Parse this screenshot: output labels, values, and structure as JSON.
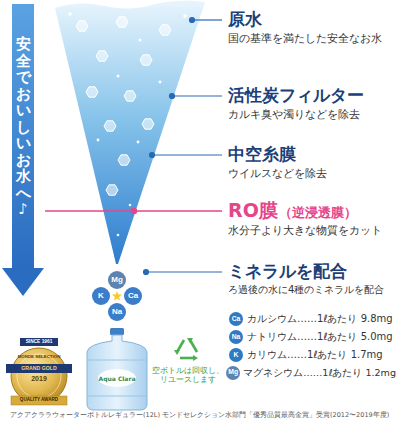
{
  "diagram": {
    "caption": "アクアクララウォーターボトルレギュラー(12L) モンドセレクション水部門「優秀品質最高金賞」受賞(2012〜2019年度)",
    "nodes": [
      {
        "text": [
          "安全でおいしいお水へ♪"
        ]
      },
      {
        "text": [
          "Mg"
        ]
      },
      {
        "text": [
          "K"
        ]
      },
      {
        "text": [
          "Ca"
        ]
      },
      {
        "text": [
          "Na"
        ]
      },
      {
        "text": [
          "Ca"
        ]
      },
      {
        "text": [
          "Na"
        ]
      },
      {
        "text": [
          "K"
        ]
      },
      {
        "text": [
          "Mg"
        ]
      },
      {
        "text": [
          "SINCE 1961",
          "MONDE SELECTION",
          "GRAND GOLD",
          "2019",
          "QUALITY AWARD"
        ]
      }
    ],
    "labels": [
      "原水",
      "国の基準を満たした安全なお水",
      "活性炭フィルター",
      "カルキ臭や濁りなどを除去",
      "中空糸膜",
      "ウイルスなどを除去",
      "RO膜",
      "（逆浸透膜）",
      "水分子より大きな物質をカット",
      "ミネラルを配合",
      "ろ過後の水に4種のミネラルを配合",
      "カルシウム……1ℓあたり 9.8mg",
      "ナトリウム……1ℓあたり 5.0mg",
      "カリウム……1ℓあたり 1.7mg",
      "マグネシウム……1ℓあたり 1.2mg",
      "空ボトルは回収し、リユースします",
      "Aqua Clara"
    ]
  }
}
